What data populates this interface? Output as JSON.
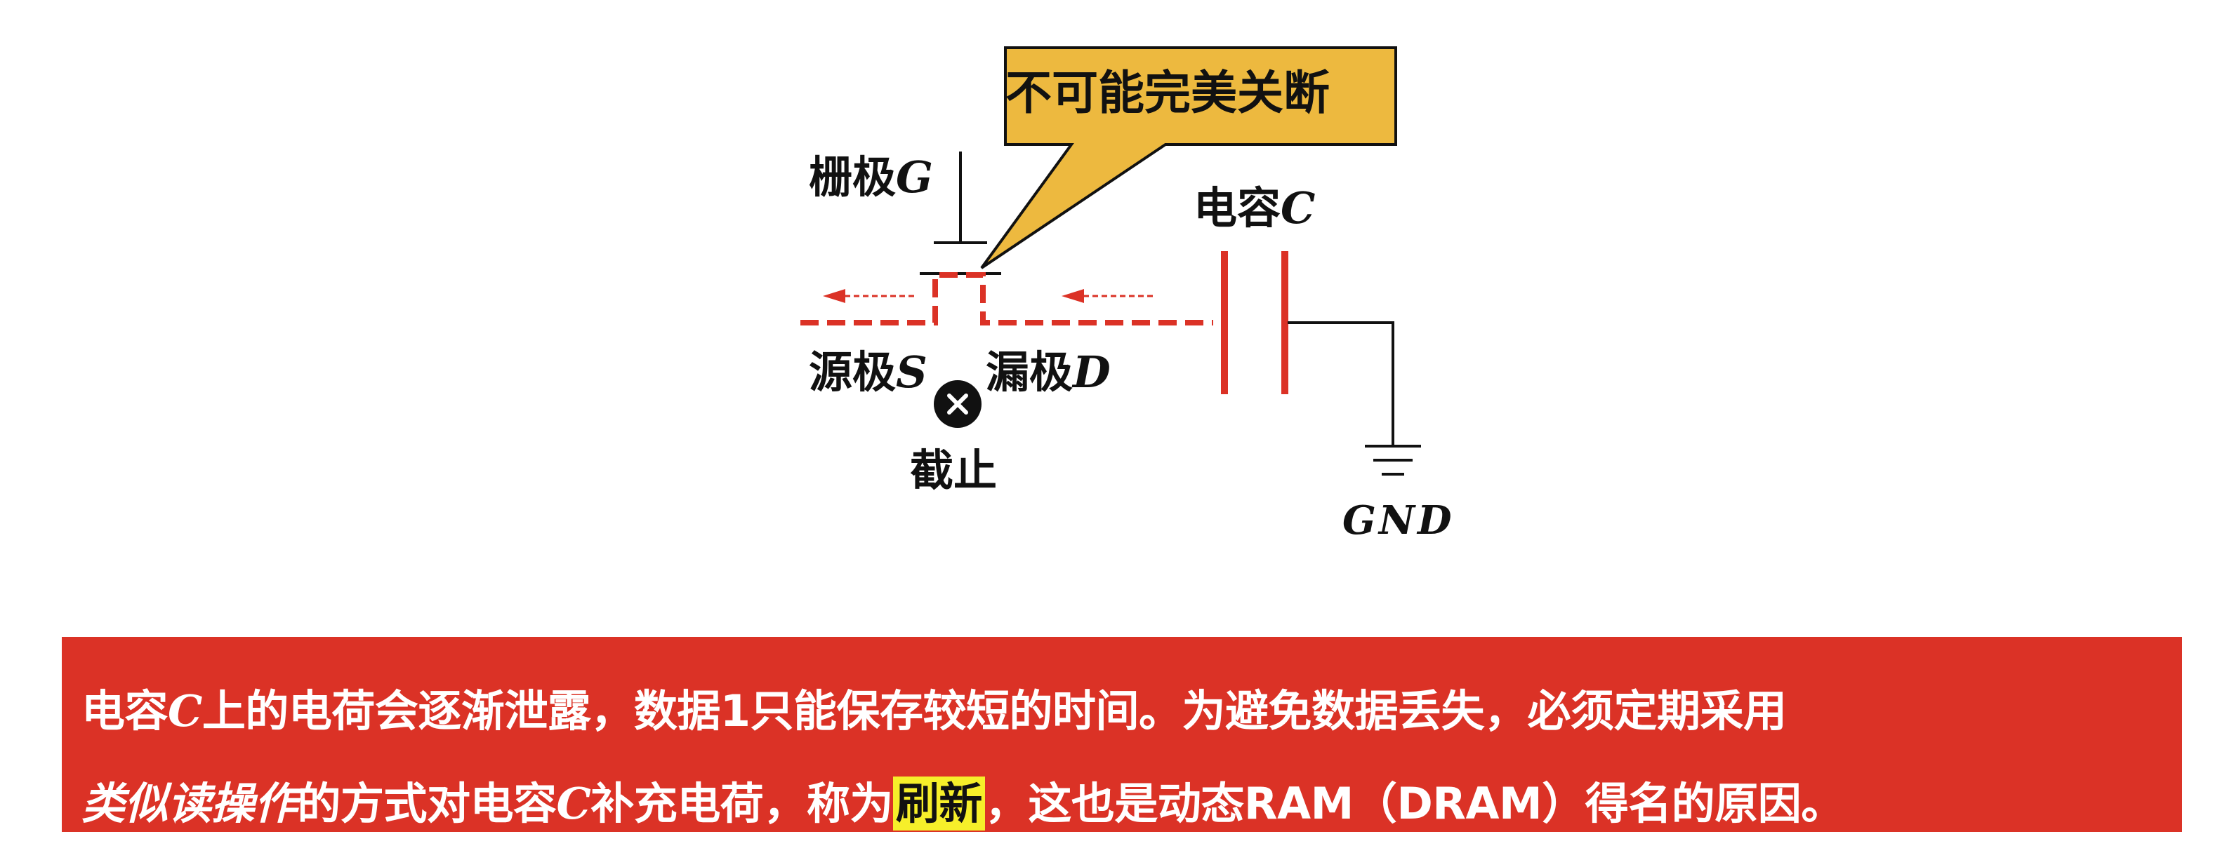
{
  "callout": {
    "text": "不可能完美关断"
  },
  "labels": {
    "gate": "栅极",
    "gate_var": "G",
    "capacitor": "电容",
    "capacitor_var": "C",
    "source": "源极",
    "source_var": "S",
    "drain": "漏极",
    "drain_var": "D",
    "cutoff": "截止",
    "gnd": "GND"
  },
  "icons": {
    "cutoff_icon": "close-circle-icon"
  },
  "colors": {
    "leak_red": "#db3226",
    "banner_bg": "#db3226",
    "callout_fill": "#edb93f",
    "highlight": "#f6ef2a"
  },
  "banner": {
    "line1_a": "电容",
    "line1_var": "C",
    "line1_b": "上的电荷会逐渐泄露，数据1只能保存较短的时间。为避免数据丢失，必须定期采用",
    "line2_italic": "类似读操作",
    "line2_a": "的方式对电容",
    "line2_var": "C",
    "line2_b": "补充电荷，称为",
    "line2_highlight": "刷新",
    "line2_c": "，这也是动态RAM（DRAM）得名的原因。"
  }
}
